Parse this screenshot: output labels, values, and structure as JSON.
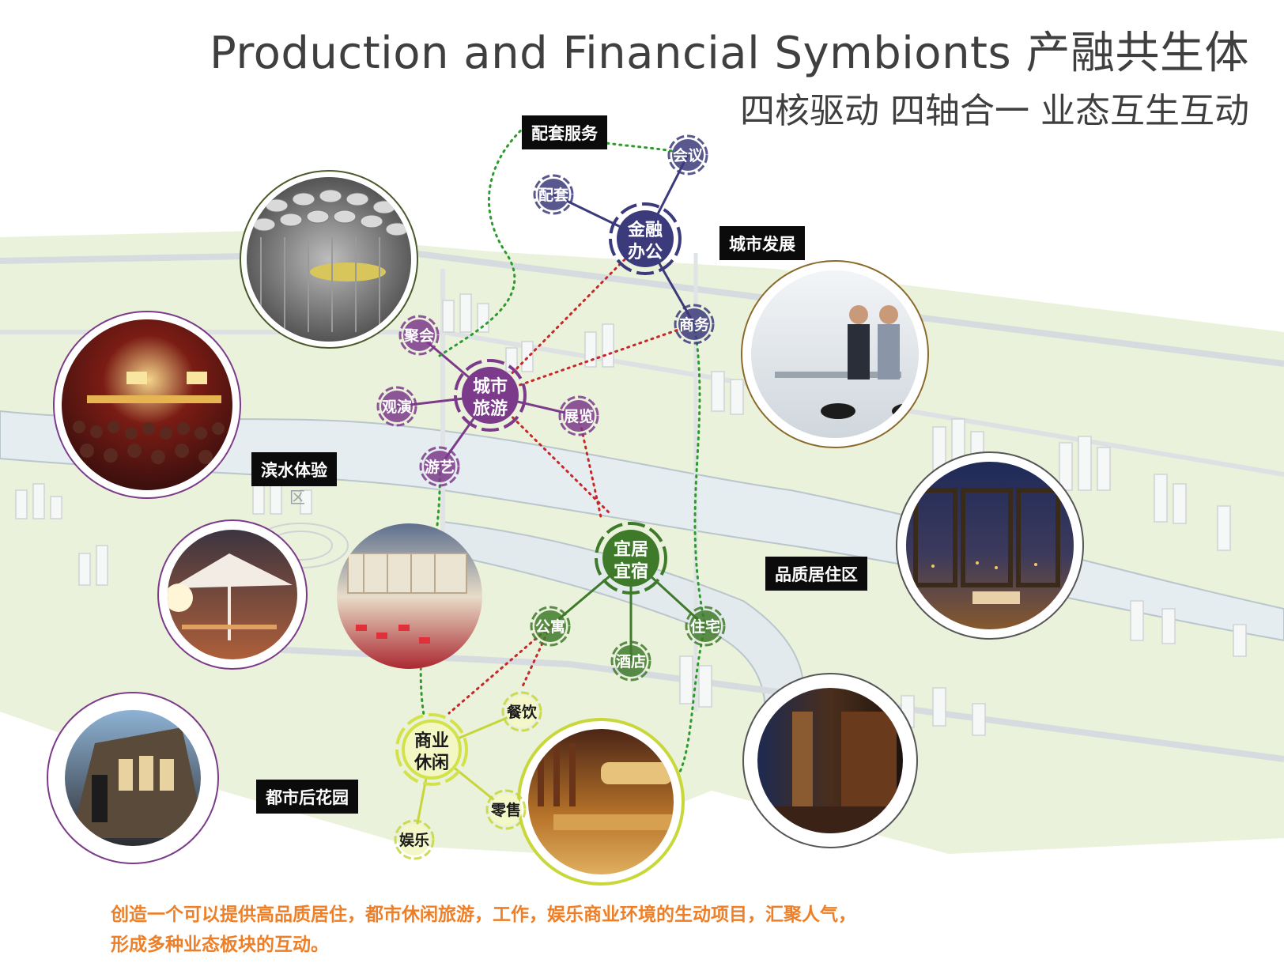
{
  "header": {
    "title": "Production and Financial Symbionts 产融共生体",
    "subtitle": "四核驱动 四轴合一 业态互生互动"
  },
  "labels": {
    "peitao_fuwu": "配套服务",
    "chengshi_fazhan": "城市发展",
    "binshui_tiyan": "滨水体验",
    "pinzhi_juzhuqu": "品质居住区",
    "dushi_houhuayuan": "都市后花园"
  },
  "hubs": {
    "finance": {
      "line1": "金融",
      "line2": "办公",
      "color": "#3b3a7a"
    },
    "tourism": {
      "line1": "城市",
      "line2": "旅游",
      "color": "#7b3a8a"
    },
    "living": {
      "line1": "宜居",
      "line2": "宜宿",
      "color": "#3f7a2a"
    },
    "commerce": {
      "line1": "商业",
      "line2": "休闲",
      "color": "#d4e24a"
    }
  },
  "nodes": {
    "huiyi": "会议",
    "peitao": "配套",
    "shangwu": "商务",
    "juhui": "聚会",
    "guanyan": "观演",
    "zhanlan": "展览",
    "youyi": "游艺",
    "gongyu": "公寓",
    "zhuzhai": "住宅",
    "jiudian": "酒店",
    "canyin": "餐饮",
    "lingshou": "零售",
    "yule": "娱乐"
  },
  "map_fragments": {
    "qu": "区"
  },
  "photos": {
    "lamps": "lamps-photo-icon",
    "concert": "concert-photo-icon",
    "handshake": "handshake-photo-icon",
    "hotel_room": "hotel-room-photo-icon",
    "umbrella_patio": "umbrella-patio-photo-icon",
    "rooftop": "rooftop-photo-icon",
    "storefront": "storefront-photo-icon",
    "bookshop": "bookshop-photo-icon",
    "lobby": "lobby-photo-icon"
  },
  "colors": {
    "finance_edge": "#c62828",
    "service_edge": "#2e9a2e",
    "caption": "#ee7f27"
  },
  "caption": {
    "line1": "创造一个可以提供高品质居住，都市休闲旅游，工作，娱乐商业环境的生动项目，汇聚人气，",
    "line2": "形成多种业态板块的互动。"
  }
}
